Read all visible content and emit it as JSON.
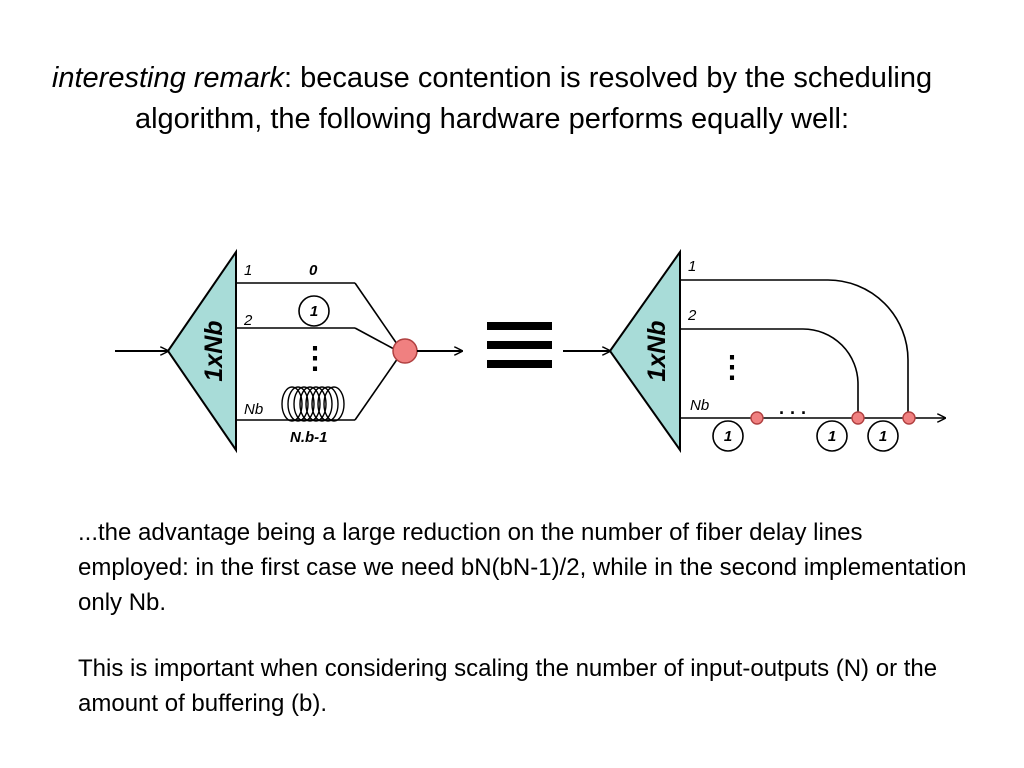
{
  "slide": {
    "title_emphasis": "interesting remark",
    "title_rest": ": because contention is resolved by the scheduling algorithm, the following hardware performs equally well:",
    "paragraph1": "...the advantage being a large reduction on the number of fiber delay lines employed: in the first case we need bN(bN-1)/2, while in the second implementation only Nb.",
    "paragraph2": "This is important when considering scaling the number of input-outputs (N) or the amount of buffering (b)."
  },
  "diagram": {
    "left": {
      "splitter_label": "1xNb",
      "port_labels": [
        "1",
        "2",
        "Nb"
      ],
      "delay_labels": [
        "0",
        "1",
        "N.b-1"
      ],
      "dots": "⋮"
    },
    "equivalence_symbol": "≡",
    "right": {
      "splitter_label": "1xNb",
      "port_labels": [
        "1",
        "2",
        "Nb"
      ],
      "delay_labels": [
        "1",
        "1",
        "1"
      ],
      "dots_vertical": "⋮",
      "dots_horizontal": "· · ·"
    },
    "colors": {
      "splitter_fill": "#a8dcd8",
      "coupler_fill": "#f08080",
      "line": "#000000"
    }
  }
}
